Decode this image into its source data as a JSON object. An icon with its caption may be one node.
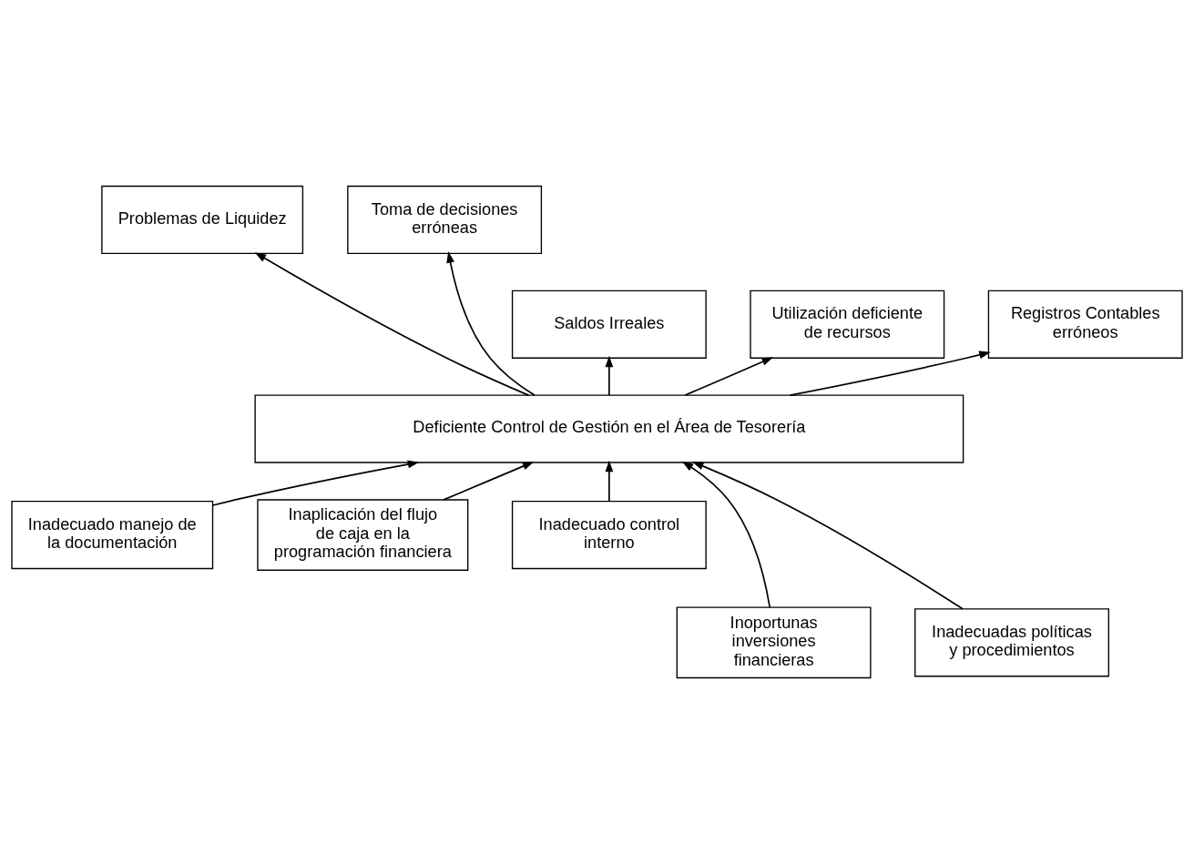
{
  "diagram": {
    "nodes": [
      {
        "text": [
          "Problemas de Liquidez"
        ]
      },
      {
        "text": [
          "Toma de decisiones erróneas"
        ]
      },
      {
        "text": [
          "Saldos Irreales"
        ]
      },
      {
        "text": [
          "Utilización deficiente de recursos"
        ]
      },
      {
        "text": [
          "Registros Contables erróneos"
        ]
      },
      {
        "text": [
          "Deficiente Control de Gestión en el Área de Tesorería"
        ]
      },
      {
        "text": [
          "Inadecuado manejo de la documentación"
        ]
      },
      {
        "text": [
          "Inaplicación del flujo de caja en la programación financiera"
        ]
      },
      {
        "text": [
          "Inadecuado control interno"
        ]
      },
      {
        "text": [
          "Inoportunas inversiones financieras"
        ]
      },
      {
        "text": [
          "Inadecuadas políticas y procedimientos"
        ]
      }
    ],
    "edges": [
      {
        "from": 5,
        "to": 2,
        "arrow": "to"
      },
      {
        "from": 5,
        "to": 0,
        "arrow": "to"
      },
      {
        "from": 5,
        "to": 3,
        "arrow": "to"
      },
      {
        "from": 5,
        "to": 1,
        "arrow": "to"
      },
      {
        "from": 5,
        "to": 4,
        "arrow": "to"
      },
      {
        "from": 6,
        "to": 5,
        "arrow": "to"
      },
      {
        "from": 9,
        "to": 5,
        "arrow": "to"
      },
      {
        "from": 7,
        "to": 5,
        "arrow": "to"
      },
      {
        "from": 10,
        "to": 5,
        "arrow": "to"
      },
      {
        "from": 8,
        "to": 5,
        "arrow": "to"
      }
    ]
  }
}
